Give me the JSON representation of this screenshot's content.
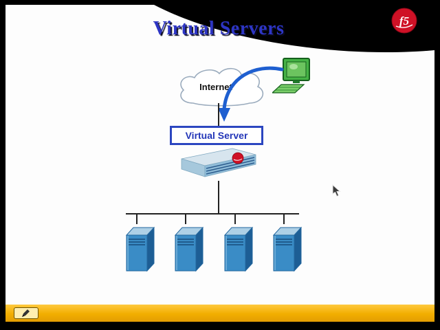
{
  "slide": {
    "title": "Virtual Servers",
    "logo_text": "f5",
    "labels": {
      "internet": "Internet",
      "virtual_server": "Virtual Server"
    }
  },
  "diagram": {
    "nodes": [
      "client-computer",
      "internet-cloud",
      "virtual-server-box",
      "f5-load-balancer",
      "server-1",
      "server-2",
      "server-3",
      "server-4"
    ],
    "edges": [
      "client-computer -> internet-cloud",
      "internet-cloud -> virtual-server-box",
      "virtual-server-box -> f5-load-balancer",
      "f5-load-balancer -> server-1",
      "f5-load-balancer -> server-2",
      "f5-load-balancer -> server-3",
      "f5-load-balancer -> server-4"
    ],
    "servers": [
      {
        "id": "server-1"
      },
      {
        "id": "server-2"
      },
      {
        "id": "server-3"
      },
      {
        "id": "server-4"
      }
    ]
  },
  "colors": {
    "frame": "#000000",
    "slide_bg": "#fdfdfd",
    "title_blue": "#2d35c4",
    "f5_red": "#cf1126",
    "arrow_blue": "#1e5fd0",
    "box_border_blue": "#2b46c0",
    "server_blue": "#3a8cc6",
    "bottom_bar_amber": "#f2ae00"
  }
}
